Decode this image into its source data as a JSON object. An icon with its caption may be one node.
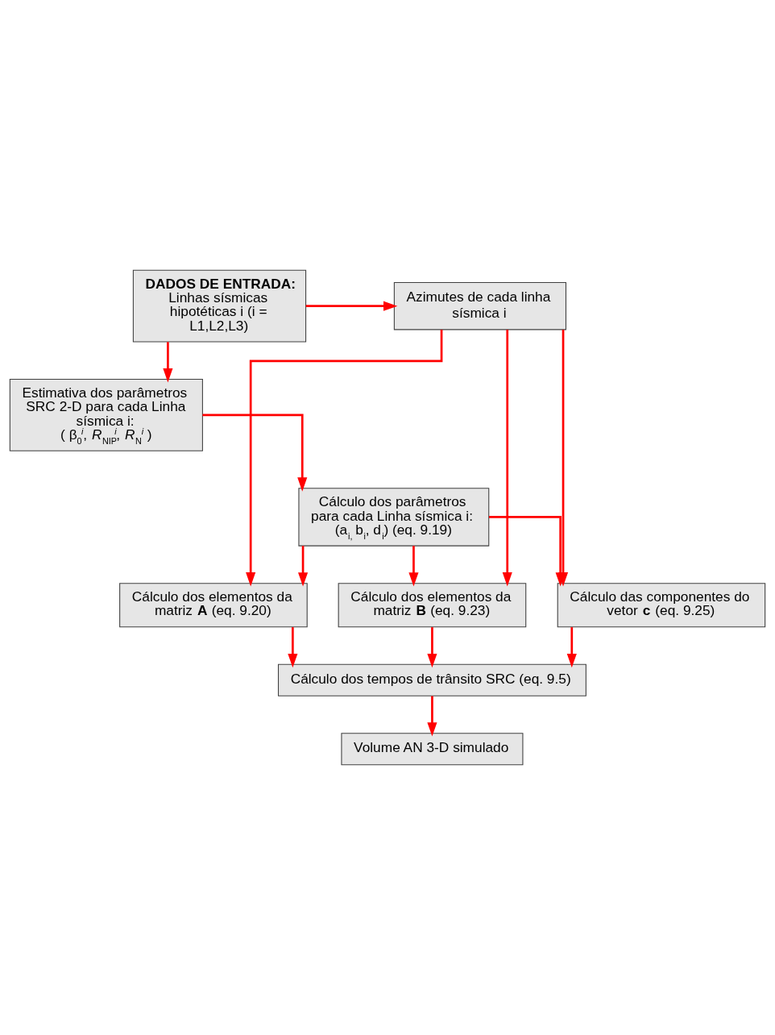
{
  "diagram": {
    "nodes": [
      {
        "text": [
          "DADOS DE ENTRADA:",
          "Linhas sísmicas hipotéticas i (i = L1,L2,L3)"
        ]
      },
      {
        "text": [
          "Azimutes de cada linha sísmica i"
        ]
      },
      {
        "text": [
          "Estimativa dos parâmetros SRC 2-D para cada Linha sísmica i:",
          "( β$_{0}$$^{i}$, *R*$_{NIP}$$^{i}$, *R*$_{N}$$^{i}$ )"
        ]
      },
      {
        "text": [
          "Cálculo dos parâmetros para cada Linha sísmica i:",
          "(a$_{i,}$ b$_{i}$, d$_{i}$) (eq. 9.19)"
        ]
      },
      {
        "text": [
          "Cálculo dos elementos da matriz **A** (eq. 9.20)"
        ]
      },
      {
        "text": [
          "Cálculo dos elementos da matriz **B** (eq. 9.23)"
        ]
      },
      {
        "text": [
          "Cálculo das componentes do vetor **c** (eq. 9.25)"
        ]
      },
      {
        "text": [
          "Cálculo dos tempos de trânsito SRC (eq. 9.5)"
        ]
      },
      {
        "text": [
          "Volume AN 3-D simulado"
        ]
      }
    ],
    "edges": [
      {
        "from": 0,
        "to": 1,
        "arrow": "to"
      },
      {
        "from": 0,
        "to": 2,
        "arrow": "to"
      },
      {
        "from": 2,
        "to": 3,
        "arrow": "to"
      },
      {
        "from": 1,
        "to": 4,
        "arrow": "to"
      },
      {
        "from": 1,
        "to": 5,
        "arrow": "to"
      },
      {
        "from": 1,
        "to": 6,
        "arrow": "to"
      },
      {
        "from": 3,
        "to": 4,
        "arrow": "to"
      },
      {
        "from": 3,
        "to": 5,
        "arrow": "to"
      },
      {
        "from": 3,
        "to": 6,
        "arrow": "to"
      },
      {
        "from": 4,
        "to": 7,
        "arrow": "to"
      },
      {
        "from": 5,
        "to": 7,
        "arrow": "to"
      },
      {
        "from": 6,
        "to": 7,
        "arrow": "to"
      },
      {
        "from": 7,
        "to": 8,
        "arrow": "to"
      }
    ]
  }
}
